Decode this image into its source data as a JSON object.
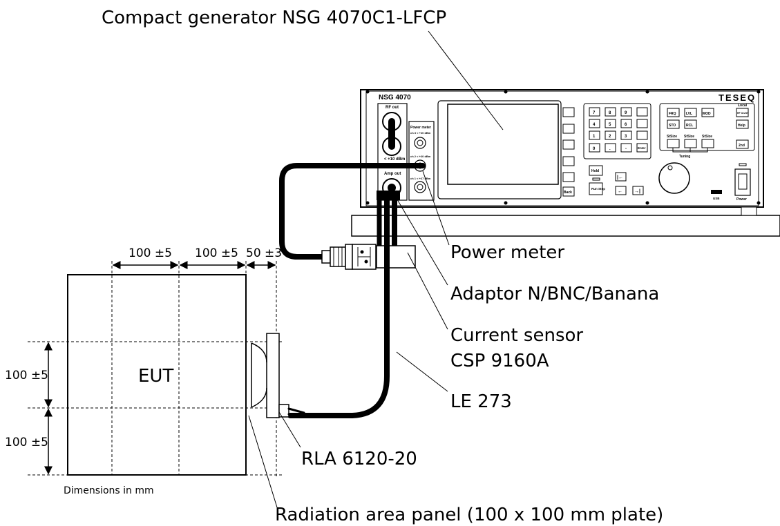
{
  "labels": {
    "generator": "Compact generator NSG 4070C1-LFCP",
    "power_meter": "Power meter",
    "adaptor": "Adaptor N/BNC/Banana",
    "current_sensor_line1": "Current sensor",
    "current_sensor_line2": "CSP 9160A",
    "le": "LE 273",
    "rla": "RLA 6120-20",
    "radiation_panel": "Radiation area panel (100 x 100 mm plate)",
    "eut": "EUT",
    "units_note": "Dimensions in mm"
  },
  "dimensions": {
    "top": [
      "100 ±5",
      "100 ±5",
      "50 ±3"
    ],
    "left": [
      "100 ±5",
      "100 ±5"
    ]
  },
  "device": {
    "model": "NSG 4070",
    "brand": "TESEQ",
    "port_rf_out": "RF out",
    "port_amp_out": "Amp out",
    "power_meter_panel": "Power meter",
    "ch3": "ch 3 < +20 dBm",
    "ch2": "ch 2 < +20 dBm",
    "ch1": "ch 1 < +27 dBm",
    "rf_level": "< +10 dBm",
    "keypad": [
      "7",
      "8",
      "9",
      "4",
      "5",
      "6",
      "1",
      "2",
      "3",
      "0",
      ".",
      "-"
    ],
    "enter": "Enter",
    "func_keys": [
      "FRQ",
      "LVL",
      "MOD",
      "STO",
      "RCL"
    ],
    "local": "Local",
    "rf_on_off": "RF On/Off",
    "help": "Help",
    "second": "2nd",
    "stsize_labels": [
      "StSize",
      "StSize",
      "StSize"
    ],
    "tuning": "Tuning",
    "hold": "Hold",
    "run_stop": "Run Stop",
    "back": "Back",
    "usb": "USB",
    "power": "Power"
  }
}
